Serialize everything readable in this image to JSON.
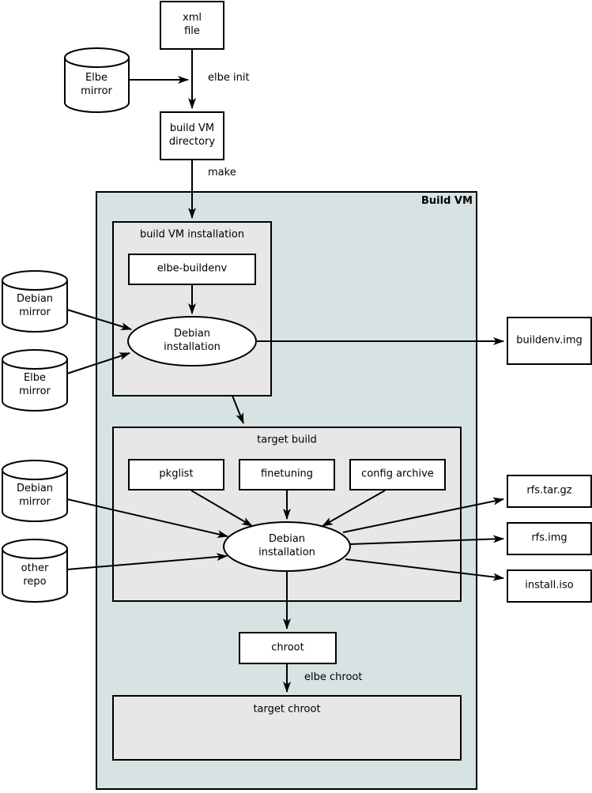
{
  "diagram": {
    "outer_nodes": {
      "xml_file": "xml\nfile",
      "elbe_mirror_top": "Elbe\nmirror",
      "build_vm_directory": "build VM\ndirectory",
      "debian_mirror_1": "Debian\nmirror",
      "elbe_mirror_2": "Elbe\nmirror",
      "debian_mirror_2": "Debian\nmirror",
      "other_repo": "other\nrepo",
      "buildenv_img": "buildenv.img",
      "rfs_tar_gz": "rfs.tar.gz",
      "rfs_img": "rfs.img",
      "install_iso": "install.iso"
    },
    "build_vm": {
      "label": "Build VM",
      "build_vm_installation": {
        "label": "build VM installation",
        "elbe_buildenv": "elbe-buildenv",
        "debian_installation": "Debian\ninstallation"
      },
      "target_build": {
        "label": "target build",
        "pkglist": "pkglist",
        "finetuning": "finetuning",
        "config_archive": "config archive",
        "debian_installation": "Debian\ninstallation"
      },
      "chroot": "chroot",
      "target_chroot": "target chroot"
    },
    "edge_labels": {
      "elbe_init": "elbe init",
      "make": "make",
      "elbe_chroot": "elbe chroot"
    },
    "colors": {
      "container_bg": "#d7e3e2",
      "panel_bg": "#e7e7e7",
      "node_bg": "#ffffff",
      "line": "#000000",
      "text": "#000000"
    }
  }
}
